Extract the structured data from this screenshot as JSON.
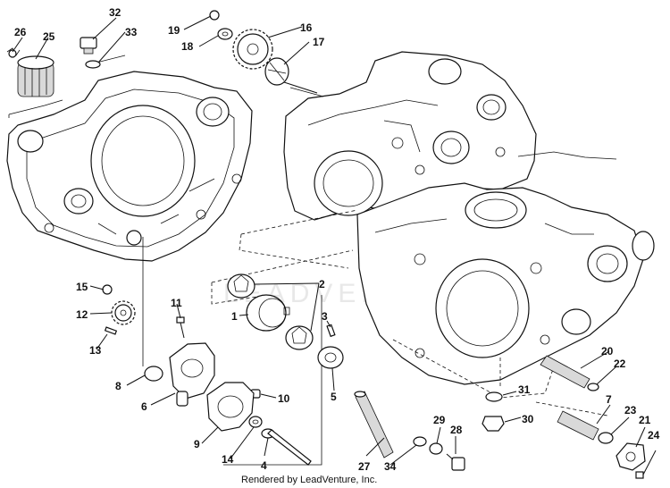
{
  "credit": "Rendered by LeadVenture, Inc.",
  "watermark": "LEADVENTURE",
  "callouts": [
    {
      "id": "c1",
      "text": "1"
    },
    {
      "id": "c2",
      "text": "2"
    },
    {
      "id": "c3",
      "text": "3"
    },
    {
      "id": "c4",
      "text": "4"
    },
    {
      "id": "c5",
      "text": "5"
    },
    {
      "id": "c6",
      "text": "6"
    },
    {
      "id": "c7",
      "text": "7"
    },
    {
      "id": "c8",
      "text": "8"
    },
    {
      "id": "c9",
      "text": "9"
    },
    {
      "id": "c10",
      "text": "10"
    },
    {
      "id": "c11",
      "text": "11"
    },
    {
      "id": "c12",
      "text": "12"
    },
    {
      "id": "c13",
      "text": "13"
    },
    {
      "id": "c14",
      "text": "14"
    },
    {
      "id": "c15",
      "text": "15"
    },
    {
      "id": "c16",
      "text": "16"
    },
    {
      "id": "c17",
      "text": "17"
    },
    {
      "id": "c18",
      "text": "18"
    },
    {
      "id": "c19",
      "text": "19"
    },
    {
      "id": "c20",
      "text": "20"
    },
    {
      "id": "c21",
      "text": "21"
    },
    {
      "id": "c22",
      "text": "22"
    },
    {
      "id": "c23",
      "text": "23"
    },
    {
      "id": "c24",
      "text": "24"
    },
    {
      "id": "c25",
      "text": "25"
    },
    {
      "id": "c26",
      "text": "26"
    },
    {
      "id": "c27",
      "text": "27"
    },
    {
      "id": "c28",
      "text": "28"
    },
    {
      "id": "c29",
      "text": "29"
    },
    {
      "id": "c30",
      "text": "30"
    },
    {
      "id": "c31",
      "text": "31"
    },
    {
      "id": "c32",
      "text": "32"
    },
    {
      "id": "c33",
      "text": "33"
    },
    {
      "id": "c34",
      "text": "34"
    }
  ]
}
